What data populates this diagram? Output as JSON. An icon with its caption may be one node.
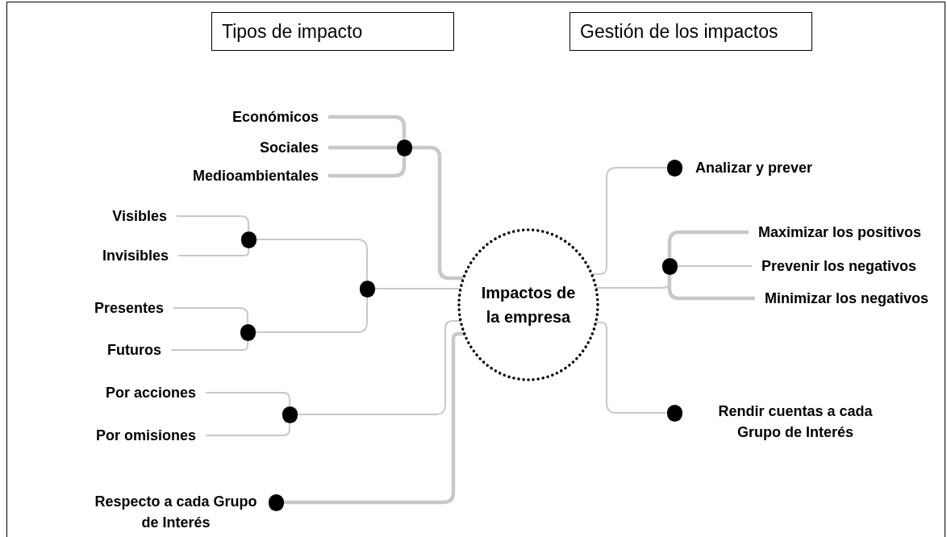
{
  "diagram": {
    "nodes": [
      {
        "text": [
          "Tipos de impacto"
        ]
      },
      {
        "text": [
          "Gestión de los impactos"
        ]
      },
      {
        "text": [
          "Impactos de la empresa"
        ]
      },
      {
        "text": [
          "Económicos"
        ]
      },
      {
        "text": [
          "Sociales"
        ]
      },
      {
        "text": [
          "Medioambientales"
        ]
      },
      {
        "text": [],
        "shape": "circle"
      },
      {
        "text": [
          "Visibles"
        ]
      },
      {
        "text": [
          "Invisibles"
        ]
      },
      {
        "text": [],
        "shape": "circle"
      },
      {
        "text": [
          "Presentes"
        ]
      },
      {
        "text": [
          "Futuros"
        ]
      },
      {
        "text": [],
        "shape": "circle"
      },
      {
        "text": [],
        "shape": "circle"
      },
      {
        "text": [
          "Por acciones"
        ]
      },
      {
        "text": [
          "Por omisiones"
        ]
      },
      {
        "text": [],
        "shape": "circle"
      },
      {
        "text": [],
        "shape": "circle",
        "beside": [
          "Respecto a cada Grupo de Interés"
        ]
      },
      {
        "text": [],
        "shape": "circle",
        "beside": [
          "Analizar y prever"
        ]
      },
      {
        "text": [],
        "shape": "circle"
      },
      {
        "text": [
          "Maximizar los positivos"
        ]
      },
      {
        "text": [
          "Prevenir los negativos"
        ]
      },
      {
        "text": [
          "Minimizar los negativos"
        ]
      },
      {
        "text": [],
        "shape": "circle",
        "beside": [
          "Rendir cuentas a cada Grupo de Interés"
        ]
      }
    ],
    "edges": [
      {
        "from": 3,
        "to": 6,
        "arrow": "none",
        "style": "thick"
      },
      {
        "from": 4,
        "to": 6,
        "arrow": "none",
        "style": "thick"
      },
      {
        "from": 5,
        "to": 6,
        "arrow": "none",
        "style": "thick"
      },
      {
        "from": 6,
        "to": 2,
        "arrow": "none",
        "style": "thick"
      },
      {
        "from": 7,
        "to": 9,
        "arrow": "none"
      },
      {
        "from": 8,
        "to": 9,
        "arrow": "none"
      },
      {
        "from": 10,
        "to": 12,
        "arrow": "none"
      },
      {
        "from": 11,
        "to": 12,
        "arrow": "none"
      },
      {
        "from": 9,
        "to": 13,
        "arrow": "none"
      },
      {
        "from": 12,
        "to": 13,
        "arrow": "none"
      },
      {
        "from": 13,
        "to": 2,
        "arrow": "none"
      },
      {
        "from": 14,
        "to": 16,
        "arrow": "none"
      },
      {
        "from": 15,
        "to": 16,
        "arrow": "none"
      },
      {
        "from": 16,
        "to": 2,
        "arrow": "none"
      },
      {
        "from": 17,
        "to": 2,
        "arrow": "none",
        "style": "thick"
      },
      {
        "from": 2,
        "to": 18,
        "arrow": "none"
      },
      {
        "from": 2,
        "to": 19,
        "arrow": "none"
      },
      {
        "from": 19,
        "to": 20,
        "arrow": "none",
        "style": "thick"
      },
      {
        "from": 19,
        "to": 21,
        "arrow": "none"
      },
      {
        "from": 19,
        "to": 22,
        "arrow": "none",
        "style": "thick"
      },
      {
        "from": 2,
        "to": 23,
        "arrow": "none"
      }
    ]
  }
}
